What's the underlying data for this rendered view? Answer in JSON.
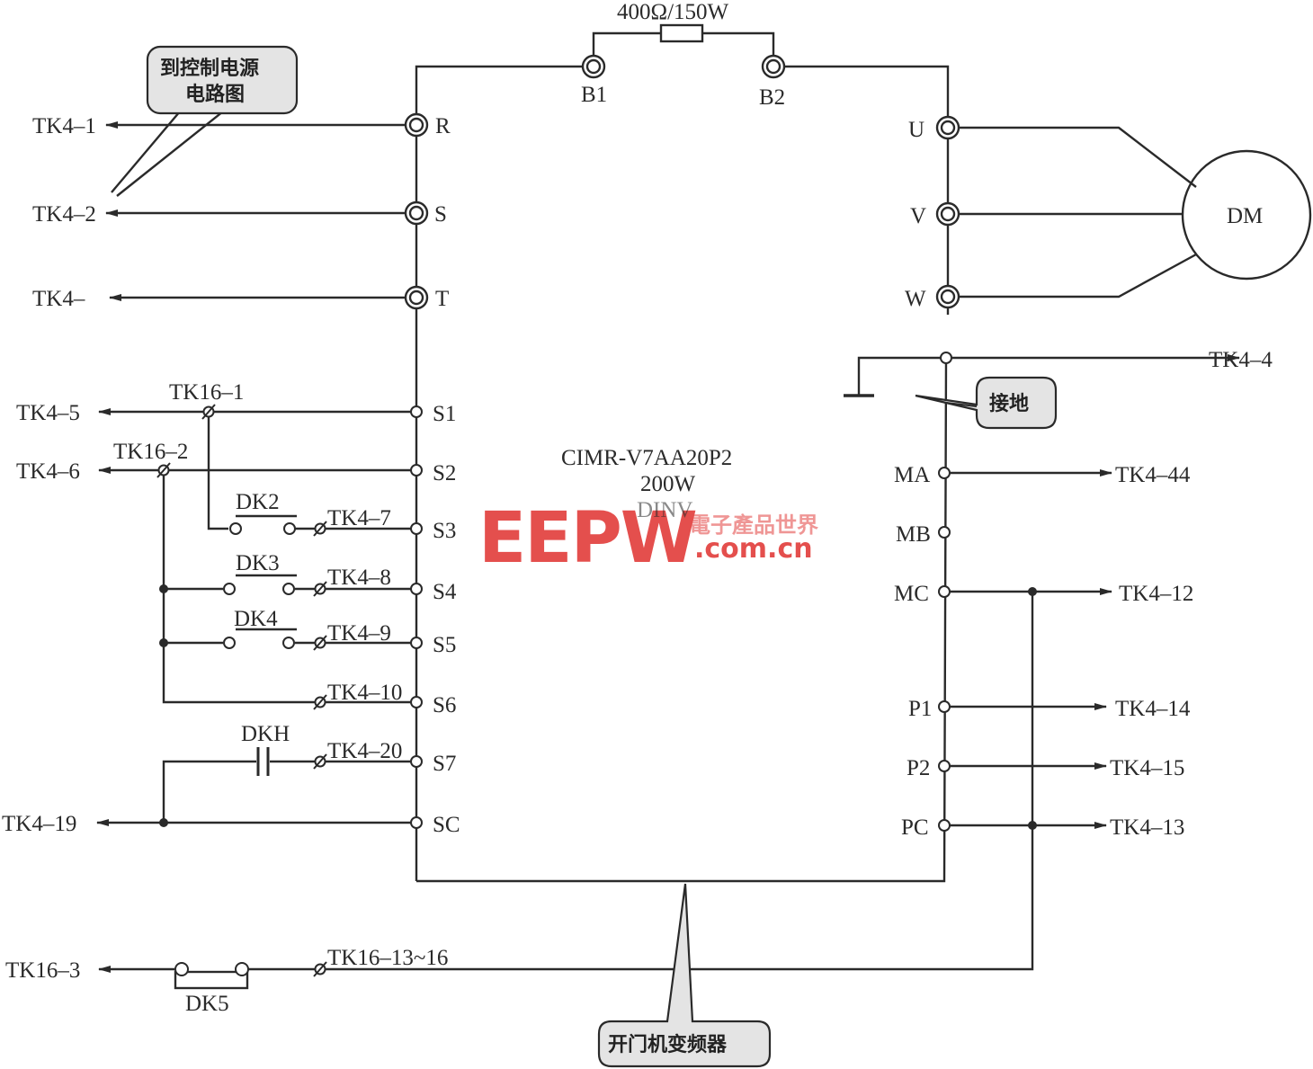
{
  "resistor_label": "400Ω/150W",
  "callouts": {
    "control_power": [
      "到控制电源",
      "电路图"
    ],
    "ground": "接地",
    "inverter": "开门机变频器"
  },
  "inverter": {
    "model": "CIMR-V7AA20P2",
    "power": "200W",
    "name": "DINV"
  },
  "motor": "DM",
  "terminals": {
    "b1": "B1",
    "b2": "B2",
    "r": "R",
    "s": "S",
    "t": "T",
    "u": "U",
    "v": "V",
    "w": "W",
    "s1": "S1",
    "s2": "S2",
    "s3": "S3",
    "s4": "S4",
    "s5": "S5",
    "s6": "S6",
    "s7": "S7",
    "sc": "SC",
    "ma": "MA",
    "mb": "MB",
    "mc": "MC",
    "p1": "P1",
    "p2": "P2",
    "pc": "PC"
  },
  "left_labels": {
    "tk4_1": "TK4–1",
    "tk4_2": "TK4–2",
    "tk4_3": "TK4–",
    "tk4_5": "TK4–5",
    "tk4_6": "TK4–6",
    "tk4_19": "TK4–19",
    "tk16_3": "TK16–3"
  },
  "junction_labels": {
    "tk16_1": "TK16–1",
    "tk16_2": "TK16–2",
    "tk4_7": "TK4–7",
    "tk4_8": "TK4–8",
    "tk4_9": "TK4–9",
    "tk4_10": "TK4–10",
    "tk4_20": "TK4–20",
    "tk16_13": "TK16–13~16"
  },
  "switches": {
    "dk2": "DK2",
    "dk3": "DK3",
    "dk4": "DK4",
    "dkh": "DKH",
    "dk5": "DK5"
  },
  "right_labels": {
    "tk4_4": "TK4–4",
    "tk4_44": "TK4–44",
    "tk4_12": "TK4–12",
    "tk4_14": "TK4–14",
    "tk4_15": "TK4–15",
    "tk4_13": "TK4–13"
  },
  "watermark": {
    "logo": "EEPW",
    "cn": "電子產品世界",
    "url": ".com.cn",
    "color": "#e0312f"
  },
  "colors": {
    "line": "#2a2a2a",
    "callout_fill": "#e4e4e4"
  }
}
